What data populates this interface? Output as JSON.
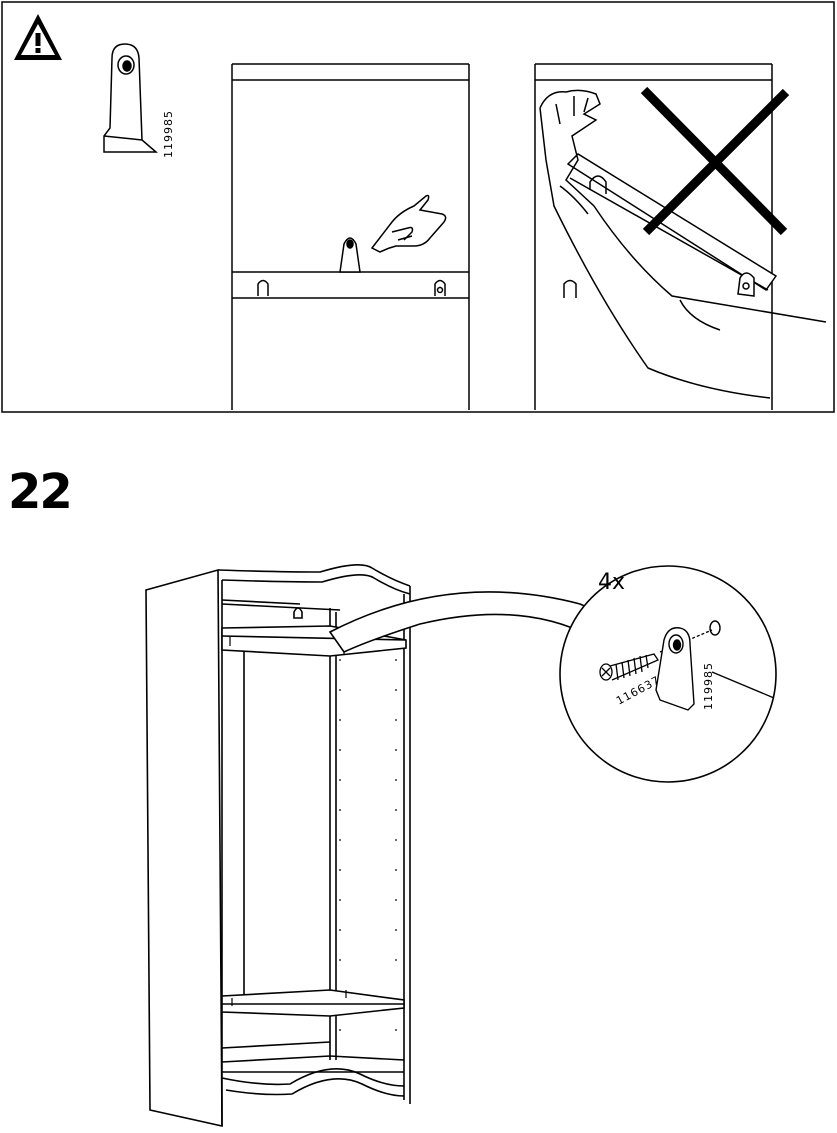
{
  "warning_panel": {
    "part_code": "119985"
  },
  "step": {
    "number": "22",
    "quantity": "4x",
    "screw_code": "116637",
    "bracket_code": "119985"
  }
}
